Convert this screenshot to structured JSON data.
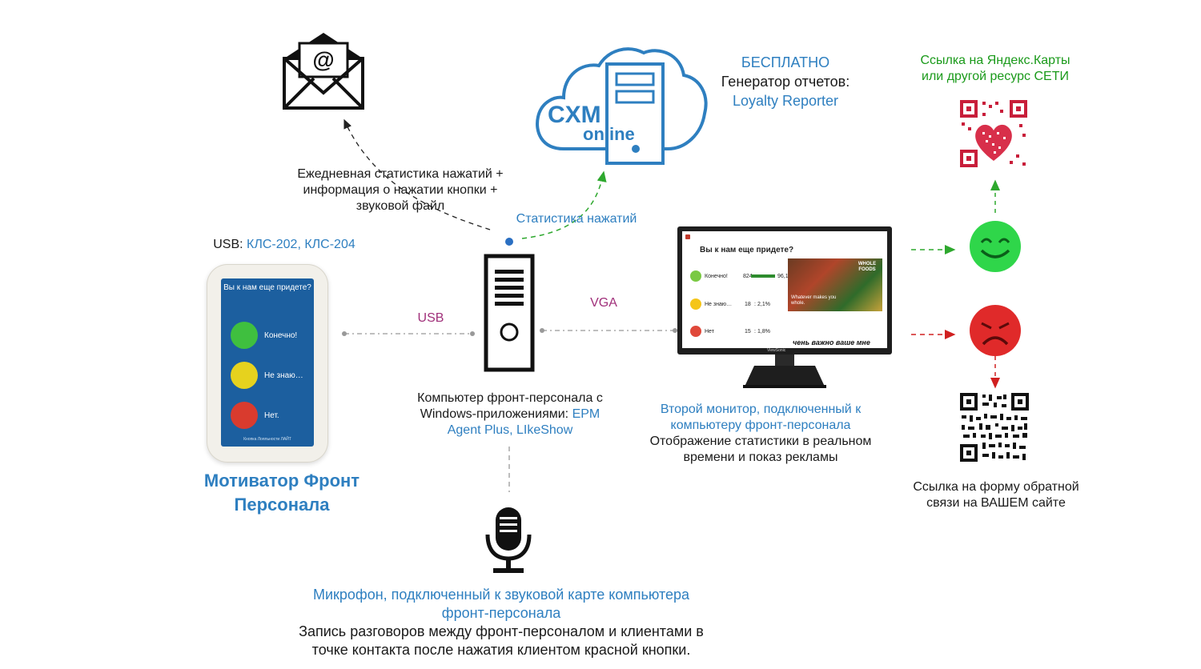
{
  "device": {
    "usb_prefix": "USB: ",
    "usb_models": "КЛС-202, КЛС-204",
    "screen_title": "Вы к нам еще придете?",
    "buttons": [
      {
        "label": "Конечно!",
        "color": "#3fbf3f"
      },
      {
        "label": "Не знаю…",
        "color": "#e6d21e"
      },
      {
        "label": "Нет.",
        "color": "#d93b2e"
      }
    ],
    "screen_footer": "Кнопка Лояльности ЛАЙТ",
    "caption_line1": "Мотиватор Фронт",
    "caption_line2": "Персонала"
  },
  "email": {
    "stats_line1": "Ежедневная статистика нажатий +",
    "stats_line2": "информация о нажатии кнопки +",
    "stats_line3": "звуковой файл"
  },
  "cloud": {
    "logo_main": "CXM",
    "logo_sub": "online",
    "free_label": "БЕСПЛАТНО",
    "generator_label": "Генератор отчетов:",
    "reporter_label": "Loyalty Reporter"
  },
  "connections": {
    "click_stats": "Статистика нажатий",
    "usb": "USB",
    "vga": "VGA"
  },
  "computer": {
    "caption_line1": "Компьютер фронт-персонала с",
    "caption_line2_prefix": "Windows-приложениями: ",
    "caption_line2_apps": "EPM",
    "caption_line3": "Agent Plus, LIkeShow"
  },
  "monitor": {
    "question": "Вы к нам еще придете?",
    "rows": [
      {
        "label": "Конечно!",
        "value": "824",
        "pct": "96,1%"
      },
      {
        "label": "Не знаю…",
        "value": "18",
        "pct": "2,1%"
      },
      {
        "label": "Нет",
        "value": "15",
        "pct": "1,8%"
      }
    ],
    "ticker": "чень важно ваше мне",
    "brand": "ViewSonic",
    "ad_text1": "WHOLE FOODS",
    "ad_text2": "Whatever makes you whole.",
    "caption_line1": "Второй монитор, подключенный к",
    "caption_line2": "компьютеру фронт-персонала",
    "caption_line3": "Отображение статистики в реальном",
    "caption_line4": "времени и показ рекламы"
  },
  "microphone": {
    "caption_line1": "Микрофон, подключенный к звуковой карте компьютера",
    "caption_line2": "фронт-персонала",
    "caption_line3": "Запись разговоров между фронт-персоналом  и клиентами в",
    "caption_line4": "точке контакта после нажатия клиентом красной кнопки."
  },
  "feedback": {
    "yandex_line1": "Ссылка на Яндекс.Карты",
    "yandex_line2": "или другой ресурс СЕТИ",
    "form_line1": "Ссылка на форму обратной",
    "form_line2": "связи на ВАШЕМ сайте"
  },
  "colors": {
    "blue": "#2e7fc0",
    "green": "#1a9a1a",
    "purple": "#a0307a",
    "happy": "#2fd64a",
    "sad": "#e02a2a"
  }
}
